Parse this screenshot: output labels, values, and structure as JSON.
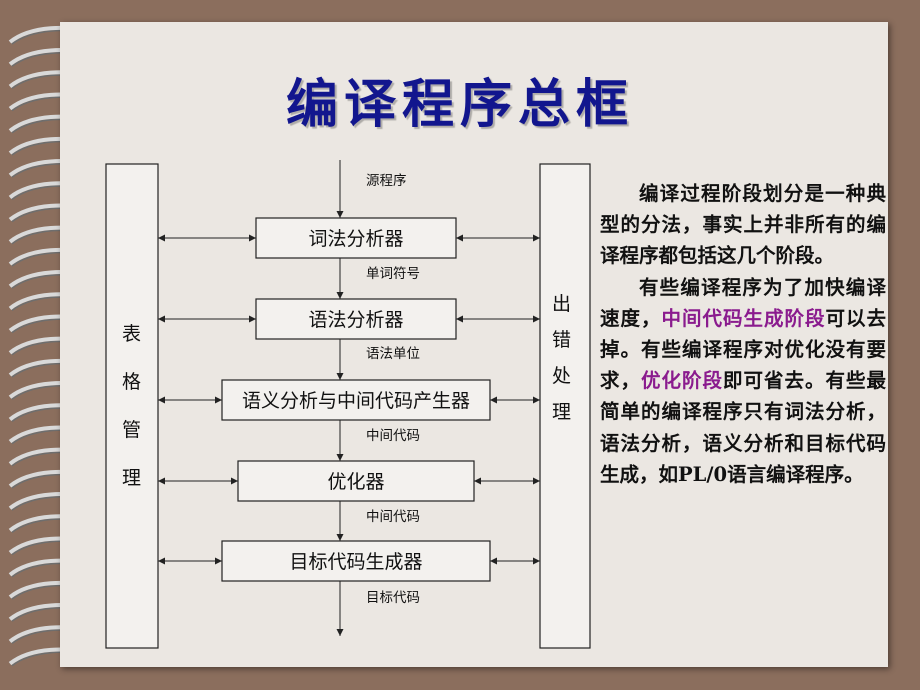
{
  "title": "编译程序总框",
  "left_box": "表格管理",
  "right_box": "出错处理",
  "stages": [
    "词法分析器",
    "语法分析器",
    "语义分析与中间代码产生器",
    "优化器",
    "目标代码生成器"
  ],
  "flow_labels": [
    "源程序",
    "单词符号",
    "语法单位",
    "中间代码",
    "中间代码",
    "目标代码"
  ],
  "description": {
    "p1": "编译过程阶段划分是一种典型的分法，事实上并非所有的编译程序都包括这几个阶段。",
    "p2_a": "有些编译程序为了加快编译速度，",
    "p2_hl1": "中间代码生成阶段",
    "p2_b": "可以去掉。有些编译程序对优化没有要求，",
    "p2_hl2": "优化阶段",
    "p2_c": "即可省去。有些最简单的编译程序只有词法分析，语法分析，语义分析和目标代码生成，如PL/0语言编译程序。"
  },
  "colors": {
    "background": "#8b6e5d",
    "page": "#ebe7e2",
    "title": "#12168e",
    "highlight": "#8a1b8e"
  }
}
